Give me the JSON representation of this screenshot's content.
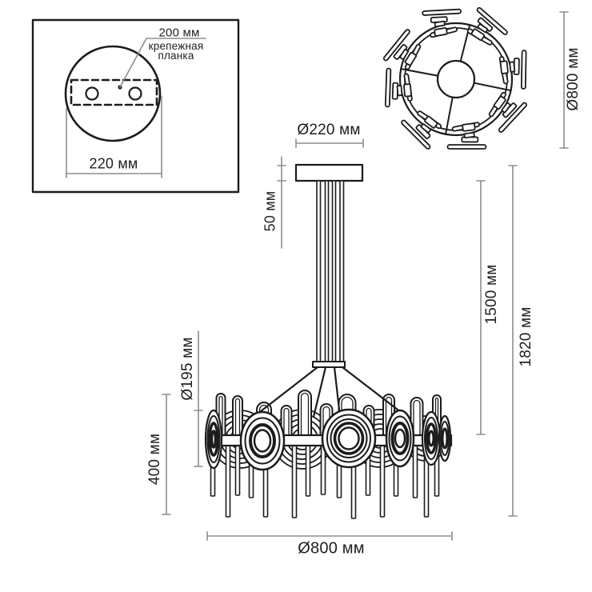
{
  "drawing": {
    "mounting_plate_view": {
      "offset_label": "200 мм",
      "bracket_label_line1": "крепежная",
      "bracket_label_line2": "планка",
      "plate_width_label": "220 мм"
    },
    "top_view": {
      "diameter_label": "Ø800 мм"
    },
    "front_view": {
      "canopy_diameter_label": "Ø220 мм",
      "canopy_height_label": "50 мм",
      "suspension_length_label": "1500 мм",
      "total_height_label": "1820 мм",
      "disc_diameter_label": "Ø195 мм",
      "body_height_label": "400 мм",
      "body_diameter_label": "Ø800 мм"
    }
  },
  "colors": {
    "background": "#ffffff",
    "drawing_line": "#1c1c1c",
    "dimension_line": "#8e8e8e",
    "text": "#1f1f1f"
  }
}
